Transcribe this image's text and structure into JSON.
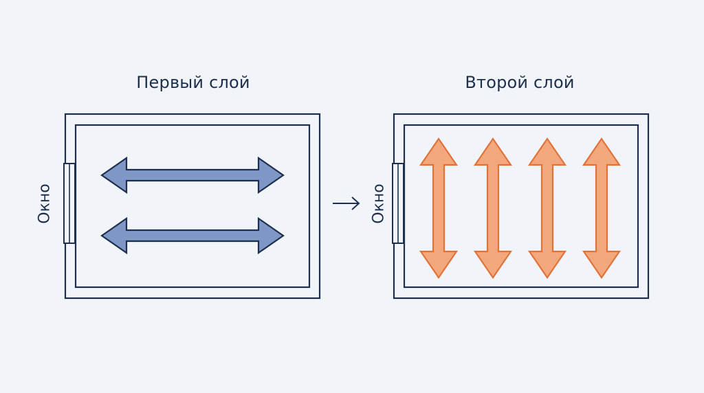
{
  "panels": [
    {
      "title": "Первый слой",
      "window_label": "Окно",
      "direction": "horizontal",
      "arrow_count": 2,
      "fill_color": "#7f97c6",
      "stroke_color": "#1e2f4d"
    },
    {
      "title": "Второй слой",
      "window_label": "Окно",
      "direction": "vertical",
      "arrow_count": 4,
      "fill_color": "#f2a77c",
      "stroke_color": "#e0733a"
    }
  ],
  "colors": {
    "background": "#f1f4f9",
    "outline": "#1e2f4d"
  },
  "flow_arrow_icon": "right-arrow-icon"
}
